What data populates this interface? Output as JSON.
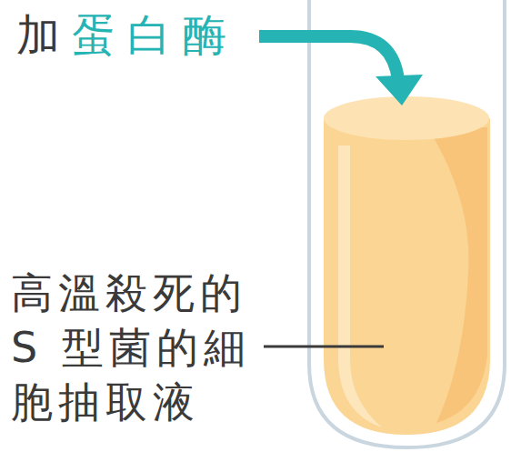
{
  "diagram": {
    "labels": [
      "加",
      "蛋白酶",
      "高溫殺死的 S 型菌的細胞抽取液"
    ]
  }
}
